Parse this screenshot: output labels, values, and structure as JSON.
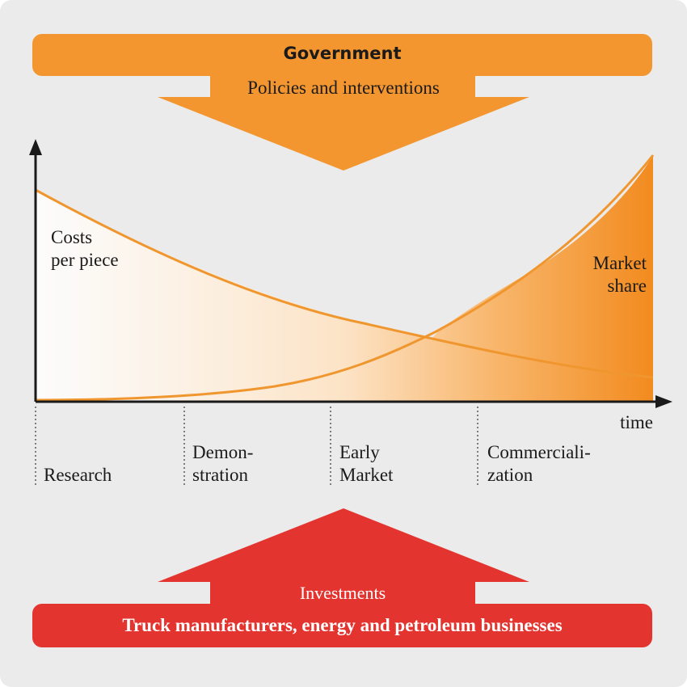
{
  "government": {
    "title": "Government",
    "subtitle": "Policies and interventions"
  },
  "chart": {
    "y_label_line1": "Costs",
    "y_label_line2": "per piece",
    "series_label_line1": "Market",
    "series_label_line2": "share",
    "x_label": "time",
    "phases": [
      {
        "line1": "",
        "line2": "Research"
      },
      {
        "line1": "Demon-",
        "line2": "stration"
      },
      {
        "line1": "Early",
        "line2": "Market"
      },
      {
        "line1": "Commerciali-",
        "line2": "zation"
      }
    ]
  },
  "investments": {
    "label": "Investments",
    "title": "Truck manufacturers, energy and petroleum businesses"
  },
  "colors": {
    "background": "#ebebeb",
    "government_orange": "#f3962f",
    "investments_red": "#e3342f",
    "curve_orange": "#f0962f",
    "axis": "#1a1a1a"
  }
}
